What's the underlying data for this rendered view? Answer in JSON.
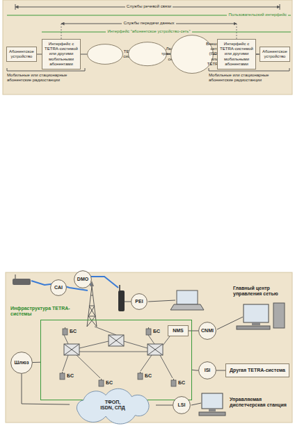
{
  "diagram": {
    "nodes": [
      {
        "text": [
          "Абонентское устройство"
        ]
      },
      {
        "text": [
          "Интерфейс с TETRA-системой или другими мобильными абонентами"
        ]
      },
      {
        "text": [
          "TETRA-система"
        ]
      },
      {
        "text": [
          "Любая транзитная сеть"
        ]
      },
      {
        "text": [
          "Внешняя сеть (ISDN или TETRA)"
        ]
      },
      {
        "text": [
          "Интерфейс с TETRA-системой или другими мобильными абонентами"
        ]
      },
      {
        "text": [
          "Абонентское устройство"
        ]
      },
      {
        "text": [
          "CAI"
        ]
      },
      {
        "text": [
          "DMO"
        ]
      },
      {
        "text": [
          "PEI"
        ]
      },
      {
        "text": [
          "Инфраструктура TETRA-системы"
        ]
      },
      {
        "text": [
          "БС"
        ],
        "in": 10
      },
      {
        "text": [
          "БС"
        ],
        "in": 10
      },
      {
        "text": [
          "NMS"
        ],
        "in": 10
      },
      {
        "text": [
          "БС"
        ],
        "in": 10
      },
      {
        "text": [
          "БС"
        ],
        "in": 10
      },
      {
        "text": [
          "БС"
        ],
        "in": 10
      },
      {
        "text": [
          "БС"
        ],
        "in": 10
      },
      {
        "text": [
          "CNMI"
        ]
      },
      {
        "text": [
          "ISI"
        ]
      },
      {
        "text": [
          "Другая TETRA-система"
        ]
      },
      {
        "text": [
          "Шлюз"
        ]
      },
      {
        "text": [
          "ТФОП, ISDN, СПД"
        ]
      },
      {
        "text": [
          "LSI"
        ]
      }
    ],
    "edges": [
      {
        "from": 0,
        "to": 1,
        "arrow": "none"
      },
      {
        "from": 1,
        "to": 2,
        "arrow": "none"
      },
      {
        "from": 2,
        "to": 3,
        "arrow": "none"
      },
      {
        "from": 3,
        "to": 4,
        "arrow": "none"
      },
      {
        "from": 4,
        "to": 5,
        "arrow": "none"
      },
      {
        "from": 5,
        "to": 6,
        "arrow": "none"
      },
      {
        "from": 13,
        "to": 18,
        "arrow": "none"
      },
      {
        "from": 10,
        "to": 19,
        "arrow": "none"
      },
      {
        "from": 19,
        "to": 20,
        "arrow": "none"
      },
      {
        "from": 21,
        "to": 10,
        "arrow": "none"
      },
      {
        "from": 21,
        "to": 22,
        "arrow": "none"
      },
      {
        "from": 22,
        "to": 23,
        "arrow": "none"
      }
    ],
    "labels": [
      "Службы речевой связи",
      "Пользовательский интерфейс",
      "Службы передачи данных",
      "Интерфейс \"абонентское устройство-сеть\"",
      "Мобильные или стационарные абонентские радиостанции",
      "Мобильные или стационарные абонентские радиостанции",
      "Главный центр управления сетью",
      "Управляемая диспетчерская станция"
    ]
  }
}
